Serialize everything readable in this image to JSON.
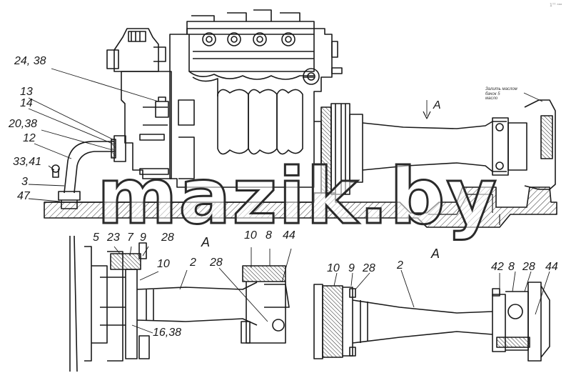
{
  "diagram": {
    "callouts": [
      {
        "id": "c-24-38",
        "text": "24, 38"
      },
      {
        "id": "c-13",
        "text": "13"
      },
      {
        "id": "c-14",
        "text": "14"
      },
      {
        "id": "c-20-38",
        "text": "20,38"
      },
      {
        "id": "c-12",
        "text": "12"
      },
      {
        "id": "c-33-41",
        "text": "33,41"
      },
      {
        "id": "c-3",
        "text": "3"
      },
      {
        "id": "c-47",
        "text": "47"
      },
      {
        "id": "c-a-arrow",
        "text": "A"
      },
      {
        "id": "c-5",
        "text": "5"
      },
      {
        "id": "c-23",
        "text": "23"
      },
      {
        "id": "c-7",
        "text": "7"
      },
      {
        "id": "c-9-left",
        "text": "9"
      },
      {
        "id": "c-28-left-top",
        "text": "28"
      },
      {
        "id": "c-10-left",
        "text": "10"
      },
      {
        "id": "c-2-left",
        "text": "2"
      },
      {
        "id": "c-28-left-mid",
        "text": "28"
      },
      {
        "id": "c-10-left-right",
        "text": "10"
      },
      {
        "id": "c-8-left",
        "text": "8"
      },
      {
        "id": "c-44-left",
        "text": "44"
      },
      {
        "id": "c-16-38",
        "text": "16,38"
      },
      {
        "id": "c-a-left",
        "text": "A"
      },
      {
        "id": "c-a-right",
        "text": "A"
      },
      {
        "id": "c-10-right",
        "text": "10"
      },
      {
        "id": "c-9-right",
        "text": "9"
      },
      {
        "id": "c-28-right-left",
        "text": "28"
      },
      {
        "id": "c-2-right",
        "text": "2"
      },
      {
        "id": "c-42",
        "text": "42"
      },
      {
        "id": "c-8-right",
        "text": "8"
      },
      {
        "id": "c-28-right",
        "text": "28"
      },
      {
        "id": "c-44-right",
        "text": "44"
      }
    ],
    "note_text": "Залить маслом\nбачок 5\nмасло",
    "corner_mark": "1ᵀᵀ ᵃᵃᵃ",
    "watermark": "mazik.by"
  }
}
